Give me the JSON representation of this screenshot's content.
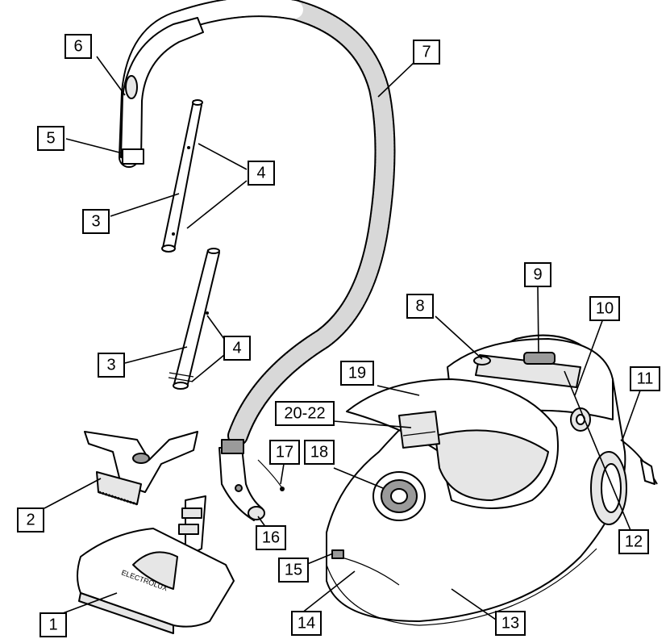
{
  "labels": {
    "l1": "1",
    "l2": "2",
    "l3a": "3",
    "l3b": "3",
    "l4a": "4",
    "l4b": "4",
    "l5": "5",
    "l6": "6",
    "l7": "7",
    "l8": "8",
    "l9": "9",
    "l10": "10",
    "l11": "11",
    "l12": "12",
    "l13": "13",
    "l14": "14",
    "l15": "15",
    "l16": "16",
    "l17": "17",
    "l18": "18",
    "l19": "19",
    "l20": "20-22"
  },
  "parts": {
    "nozzle_brand_text": "ELECTROLUX"
  }
}
